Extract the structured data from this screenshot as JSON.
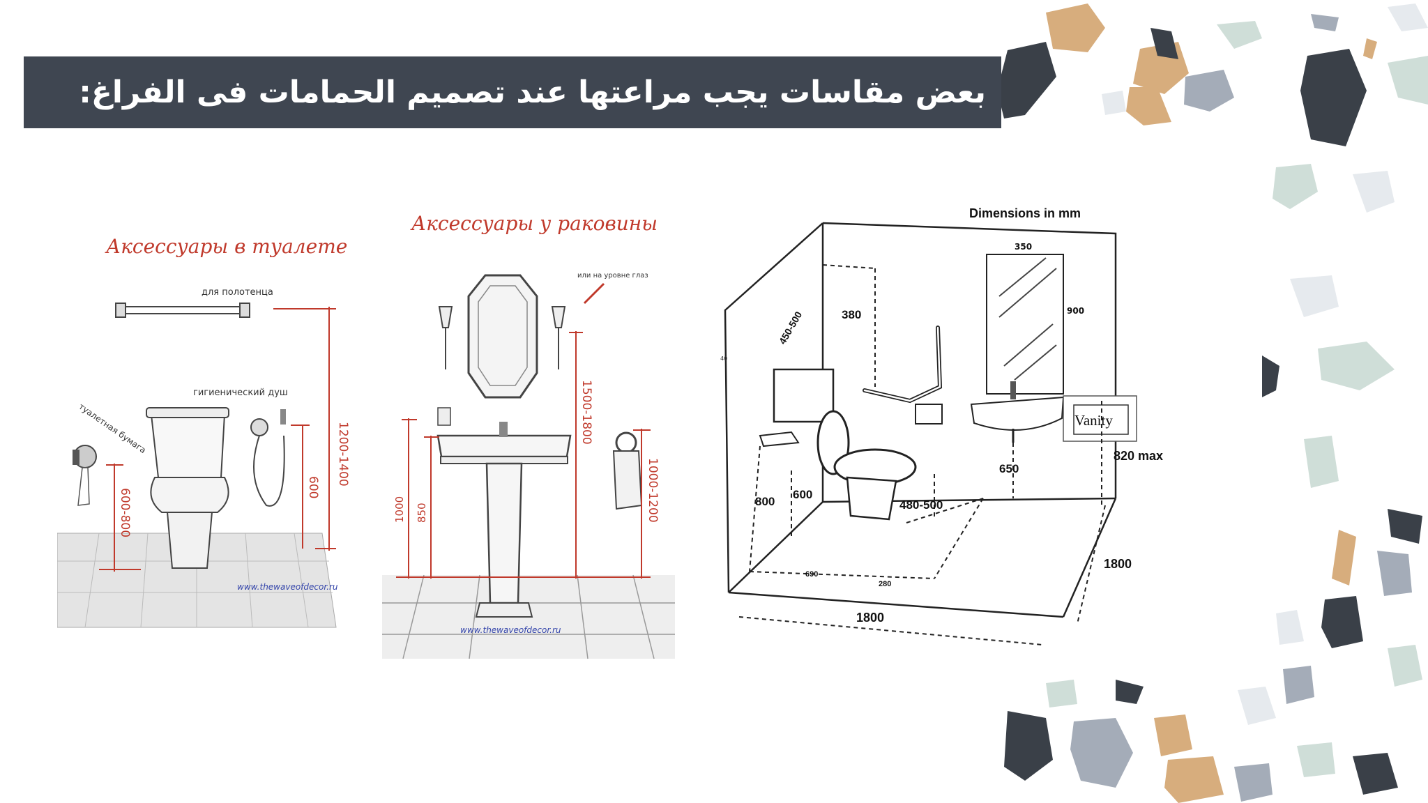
{
  "slide": {
    "title": "بعض مقاسات يجب مراعتها عند تصميم الحمامات فى الفراغ:"
  },
  "colors": {
    "title_bar": "#3f4651",
    "accent_red": "#c0392b",
    "stone_dark": "#3a4048",
    "stone_tan": "#d7ad7d",
    "stone_grey": "#a4acb8",
    "stone_mint": "#cfded8"
  },
  "toilet_panel": {
    "heading": "Аксессуары в туалете",
    "towel_label": "для полотенца",
    "shower_label": "гигиенический душ",
    "paper_label": "туалетная бумага",
    "dim_towel": "1200-1400",
    "dim_shower": "600",
    "dim_paper": "600-800",
    "watermark": "www.thewaveofdecor.ru"
  },
  "sink_panel": {
    "heading": "Аксессуары у раковины",
    "eye_level_note": "или на уровне глаз",
    "dim_lamps": "1500-1800",
    "dim_shelf": "1000",
    "dim_basin": "850",
    "dim_towel_ring": "1000-1200",
    "watermark": "www.thewaveofdecor.ru"
  },
  "bathroom_panel": {
    "heading": "Dimensions in mm",
    "dim_mirror_width": "350",
    "dim_mirror_height": "900",
    "dim_grab_offset": "380",
    "dim_grab_height": "450-500",
    "dim_small_left": "40",
    "vanity_label": "Vanity",
    "dim_vanity_max": "820 max",
    "dim_sink_height": "650",
    "dim_cistern": "800",
    "dim_seat": "600",
    "dim_clearance": "480-500",
    "dim_side_690": "690",
    "dim_side_280": "280",
    "dim_room_width": "1800",
    "dim_room_depth": "1800"
  }
}
